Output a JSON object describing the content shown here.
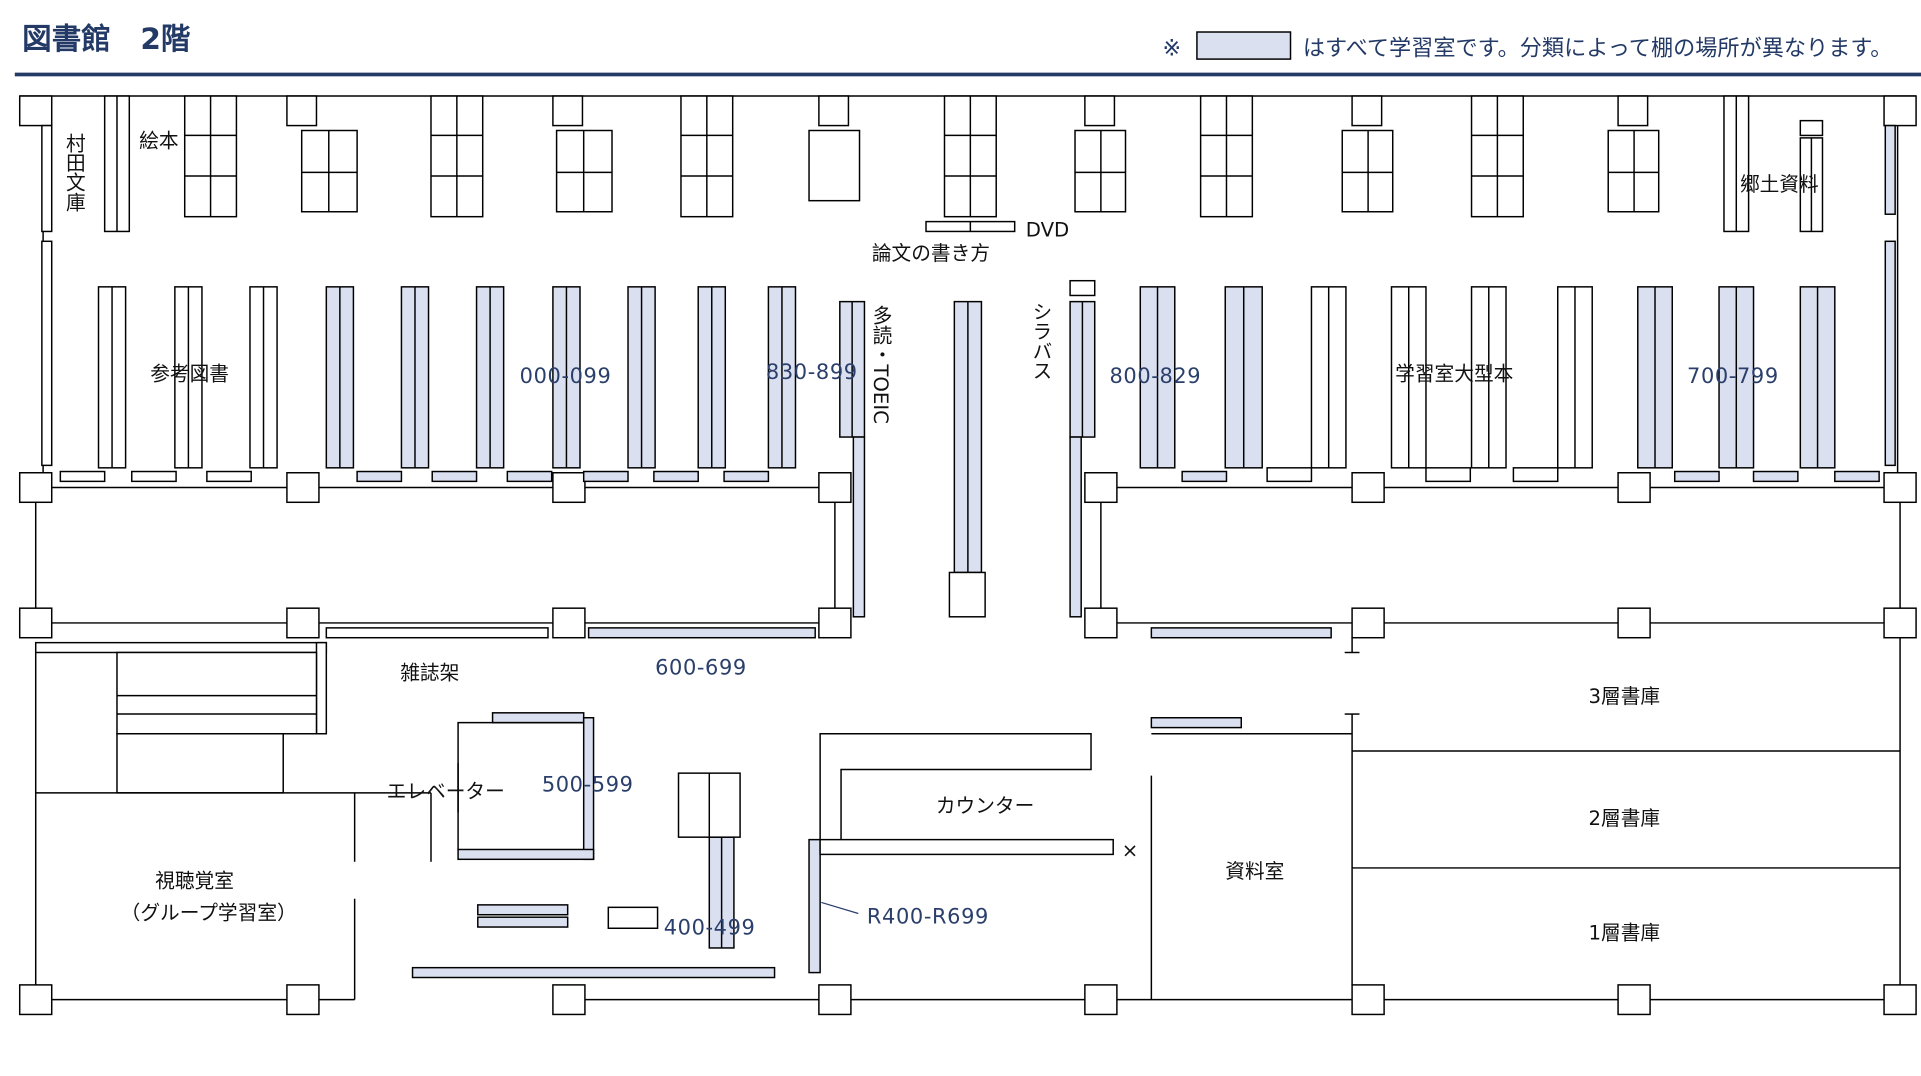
{
  "header": {
    "title": "図書館　2階",
    "note_mark": "※",
    "note_text": "はすべて学習室です。分類によって棚の場所が異なります。",
    "accent_color": "#243a66",
    "study_room_fill": "#dae0f0"
  },
  "labels": {
    "murata_bunko": "村田文庫",
    "ehon": "絵本",
    "dvd": "DVD",
    "ronbun": "論文の書き方",
    "sanko_tosho": "参考図書",
    "range_000_099": "000-099",
    "range_830_899": "830-899",
    "tadoku_toeic": "多読・TOEIC",
    "syllabus": "シラバス",
    "range_800_829": "800-829",
    "gakushushitsu_ogatabon": "学習室大型本",
    "range_700_799": "700-799",
    "kyodo_shiryo": "郷土資料",
    "zasshika": "雑誌架",
    "range_600_699": "600-699",
    "elevator": "エレベーター",
    "range_500_599": "500-599",
    "range_400_499": "400-499",
    "shichokaku": "視聴覚室",
    "group_study": "（グループ学習室）",
    "counter": "カウンター",
    "range_r400_r699": "R400-R699",
    "shiryoshitsu": "資料室",
    "stack_3": "3層書庫",
    "stack_2": "2層書庫",
    "stack_1": "1層書庫",
    "x_mark": "×"
  }
}
